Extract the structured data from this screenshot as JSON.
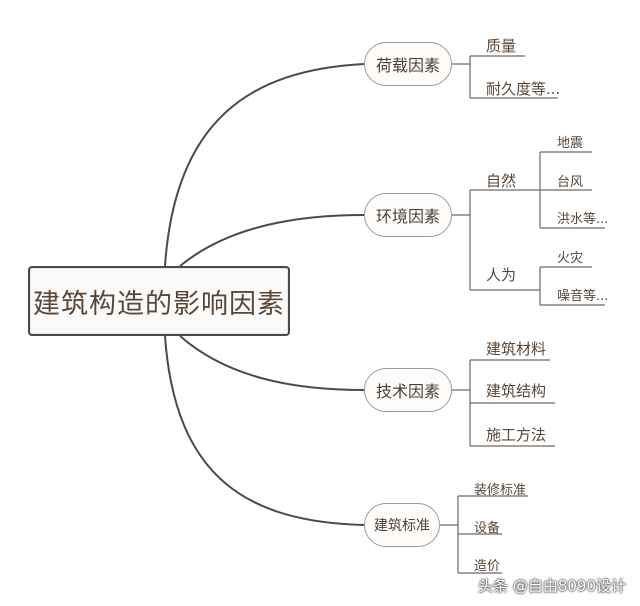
{
  "root": {
    "label": "建筑构造的影响因素"
  },
  "branches": [
    {
      "label": "荷载因素",
      "items": [
        "质量",
        "耐久度等..."
      ]
    },
    {
      "label": "环境因素",
      "groups": [
        {
          "label": "自然",
          "items": [
            "地震",
            "台风",
            "洪水等..."
          ]
        },
        {
          "label": "人为",
          "items": [
            "火灾",
            "噪音等..."
          ]
        }
      ]
    },
    {
      "label": "技术因素",
      "items": [
        "建筑材料",
        "建筑结构",
        "施工方法"
      ]
    },
    {
      "label": "建筑标准",
      "items": [
        "装修标准",
        "设备",
        "造价"
      ]
    }
  ],
  "watermark": "头条 @自由8090设计",
  "colors": {
    "line": "#4a4a4a",
    "text": "#5a4636",
    "pill_border": "#9a9a9a"
  }
}
